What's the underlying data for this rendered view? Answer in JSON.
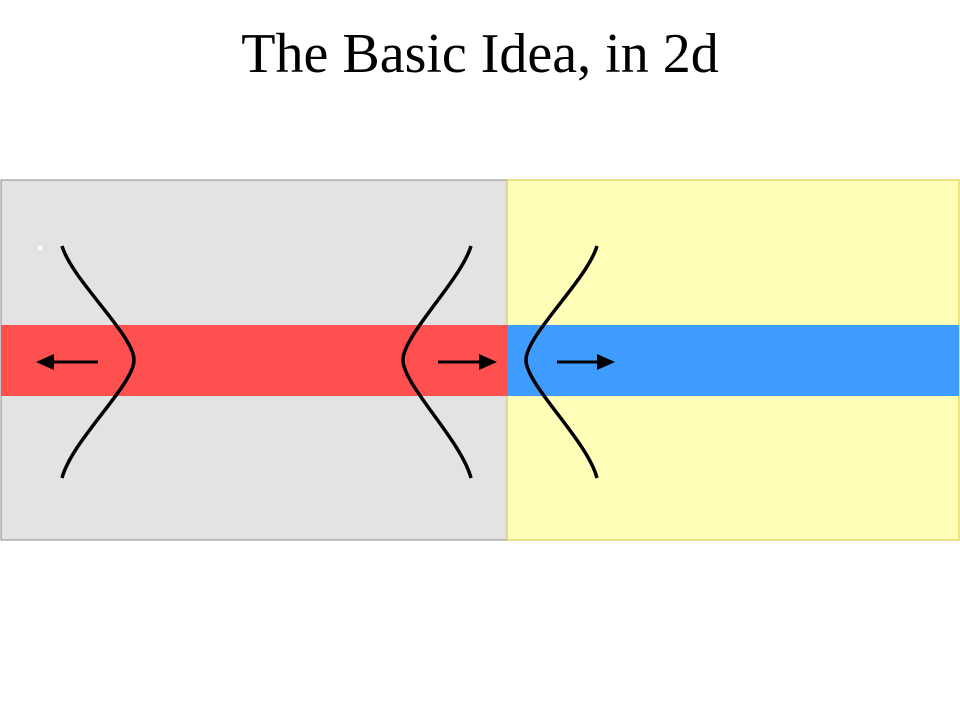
{
  "slide": {
    "title": "The Basic Idea, in 2d"
  },
  "colors": {
    "left_region": "#e3e3e3",
    "left_region_border": "#8a8a8a",
    "right_region": "#ffffb9",
    "right_region_border": "#d8c23a",
    "left_band": "#ff5050",
    "right_band": "#3f9cff",
    "curve": "#000000",
    "arrow": "#000000"
  },
  "diagram": {
    "arrows": [
      {
        "direction": "left"
      },
      {
        "direction": "right"
      },
      {
        "direction": "right"
      }
    ]
  }
}
